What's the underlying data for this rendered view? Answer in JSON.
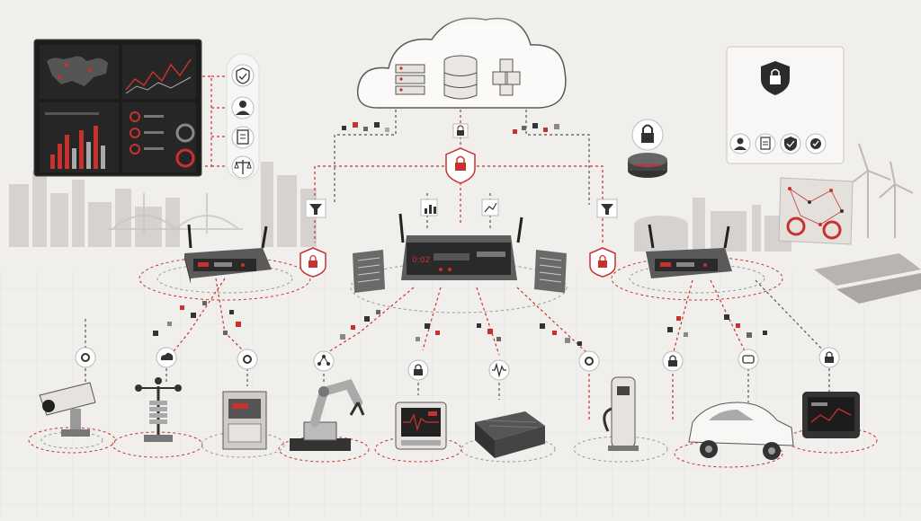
{
  "colors": {
    "background": "#f1efec",
    "accent_red": "#c8322e",
    "dark": "#2b2b2b",
    "mid_gray": "#8a8a8a",
    "light_gray": "#d9d6d2",
    "panel_dark": "#1c1c1c"
  },
  "gateways": {
    "left": {
      "display": "",
      "icon": "lock-shield-icon"
    },
    "center": {
      "display": "0:02",
      "icon": "lock-shield-icon"
    },
    "right": {
      "display": "",
      "icon": "lock-shield-icon"
    }
  },
  "cloud": {
    "icons": [
      "server-rack-icon",
      "database-icon",
      "storage-blocks-icon"
    ]
  },
  "dashboard": {
    "governance_icons": [
      "shield-check-icon",
      "user-icon",
      "clipboard-icon",
      "scales-icon"
    ]
  },
  "policy_panel": {
    "icons": [
      "shield-lock-icon",
      "user-icon",
      "document-icon",
      "shield-check-icon",
      "gear-check-icon"
    ]
  },
  "edge_devices": [
    {
      "name": "cctv-camera",
      "icon": "gear-icon"
    },
    {
      "name": "weather-station",
      "icon": "cloud-icon"
    },
    {
      "name": "meter-cabinet",
      "icon": "gear-icon"
    },
    {
      "name": "robot-arm",
      "icon": "nodes-icon"
    },
    {
      "name": "patient-monitor",
      "icon": "lock-icon"
    },
    {
      "name": "edge-compute-box",
      "icon": "waveform-icon"
    },
    {
      "name": "ev-charger",
      "icon": "gear-icon"
    },
    {
      "name": "connected-car",
      "icon": "lock-icon"
    },
    {
      "name": "rugged-tablet",
      "icon": "lock-icon"
    }
  ]
}
